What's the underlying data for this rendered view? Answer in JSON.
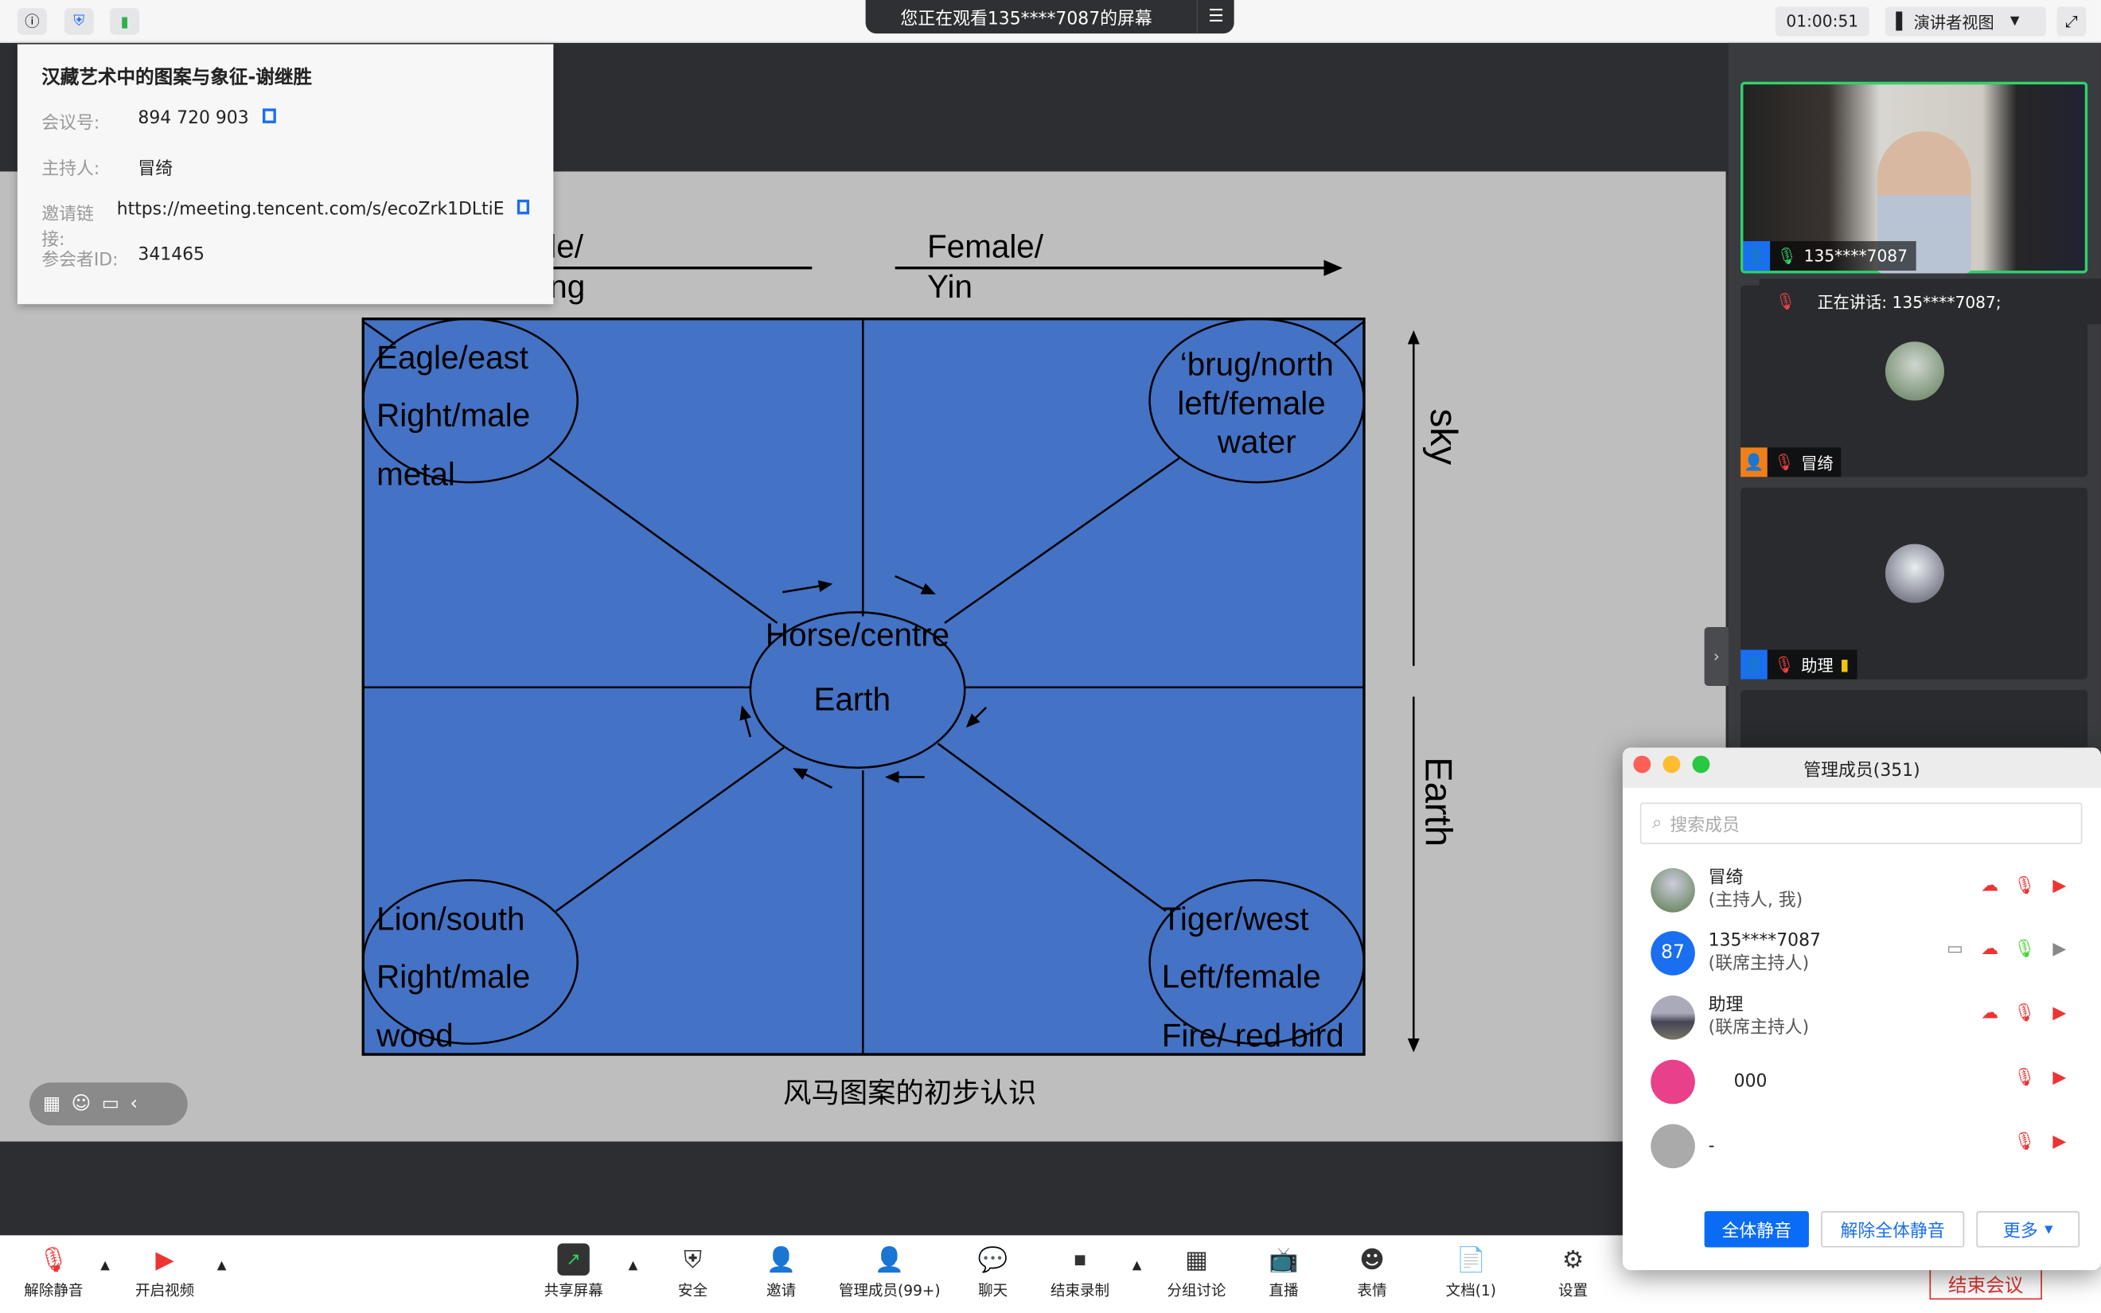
{
  "topbar": {
    "banner": "您正在观看135****7087的屏幕",
    "timer": "01:00:51",
    "view_mode": "演讲者视图"
  },
  "meeting_info": {
    "title": "汉藏艺术中的图案与象征-谢继胜",
    "rows": [
      {
        "label": "会议号:",
        "value": "894 720 903"
      },
      {
        "label": "主持人:",
        "value": "冒绮"
      },
      {
        "label": "邀请链接:",
        "value": "https://meeting.tencent.com/s/ecoZrk1DLtiE"
      },
      {
        "label": "参会者ID:",
        "value": "341465"
      }
    ]
  },
  "slide": {
    "top_left_1": "le/",
    "top_left_2": "ng",
    "top_right_1": "Female/",
    "top_right_2": "Yin",
    "tl": [
      "Eagle/east",
      "Right/male",
      "metal"
    ],
    "tr": [
      "‘brug/north",
      "left/female",
      "water"
    ],
    "center": [
      "Horse/centre",
      "Earth"
    ],
    "bl": [
      "Lion/south",
      "Right/male",
      "wood"
    ],
    "br": [
      "Tiger/west",
      "Left/female",
      "Fire/ red bird"
    ],
    "sky": "sky",
    "earth": "Earth",
    "caption": "风马图案的初步认识",
    "colors": {
      "blue": "#4472c4"
    }
  },
  "videos": [
    {
      "name": "135****7087"
    },
    {
      "name": "冒绮"
    },
    {
      "name": "助理"
    }
  ],
  "speaking": "正在讲话: 135****7087;",
  "members": {
    "title": "管理成员(351)",
    "search_placeholder": "搜索成员",
    "list": [
      {
        "name": "冒绮",
        "role": "(主持人, 我)"
      },
      {
        "name": "135****7087",
        "role": "(联席主持人)",
        "avatar_text": "87"
      },
      {
        "name": "助理",
        "role": "(联席主持人)"
      },
      {
        "name": "000",
        "role": ""
      },
      {
        "name": "-",
        "role": ""
      }
    ],
    "mute_all": "全体静音",
    "unmute_all": "解除全体静音",
    "more": "更多"
  },
  "toolbar": {
    "items": [
      "解除静音",
      "开启视频",
      "共享屏幕",
      "安全",
      "邀请",
      "管理成员(99+)",
      "聊天",
      "结束录制",
      "分组讨论",
      "直播",
      "表情",
      "文档(1)",
      "设置"
    ],
    "end": "结束会议"
  }
}
